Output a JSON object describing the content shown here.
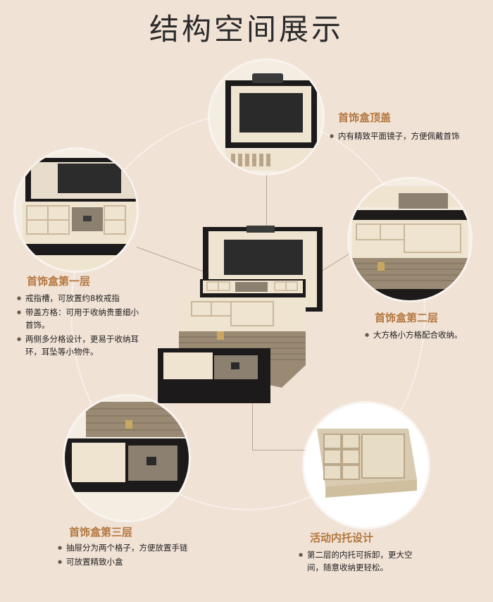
{
  "page": {
    "title": "结构空间展示"
  },
  "sections": {
    "top_lid": {
      "heading": "首饰盒顶盖",
      "bullets": [
        "内有精致平面镜子，方便佩戴首饰"
      ]
    },
    "layer1": {
      "heading": "首饰盒第一层",
      "bullets": [
        "戒指槽，可放置约8枚戒指",
        "带盖方格：可用于收纳贵重细小首饰。",
        "两侧多分格设计，更易于收纳耳环，耳坠等小物件。"
      ]
    },
    "layer2": {
      "heading": "首饰盒第二层",
      "bullets": [
        "大方格小方格配合收纳。"
      ]
    },
    "layer3": {
      "heading": "首饰盒第三层",
      "bullets": [
        "抽屉分为两个格子，方便放置手链",
        "可放置精致小盒"
      ]
    },
    "tray": {
      "heading": "活动内托设计",
      "bullets": [
        "第二层的内托可拆卸，更大空间，随意收纳更轻松。"
      ]
    }
  },
  "colors": {
    "background": "#f1e2d6",
    "heading": "#b3773f",
    "box_dark": "#1c1a1a",
    "lining": "#efe4cf",
    "weave": "#9a8a74"
  }
}
